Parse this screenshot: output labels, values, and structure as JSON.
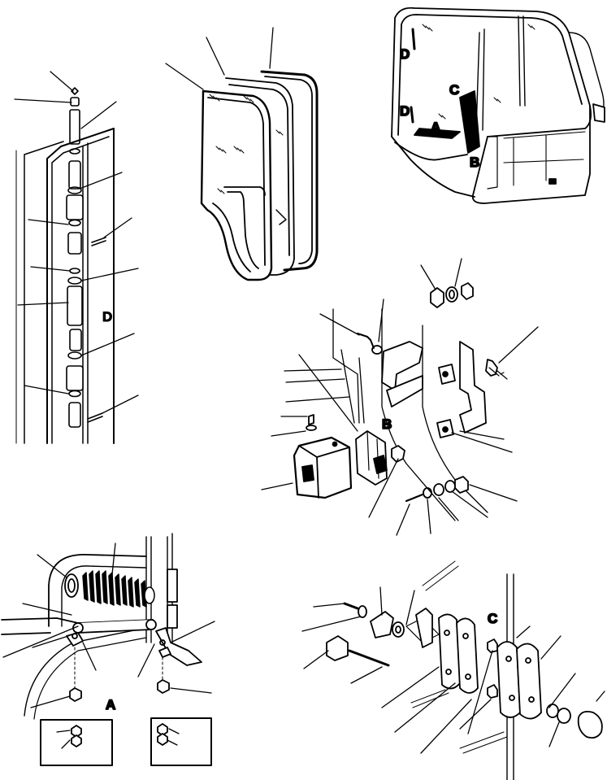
{
  "views": {
    "hinge_label": "D",
    "cab_labels": {
      "a": "A",
      "b": "B",
      "c": "C",
      "d_upper": "D",
      "d_lower": "D"
    },
    "latch_label": "B",
    "strut_label": "A",
    "hinge_plate_label": "C"
  },
  "colors": {
    "ink": "#000000",
    "paper": "#ffffff"
  }
}
